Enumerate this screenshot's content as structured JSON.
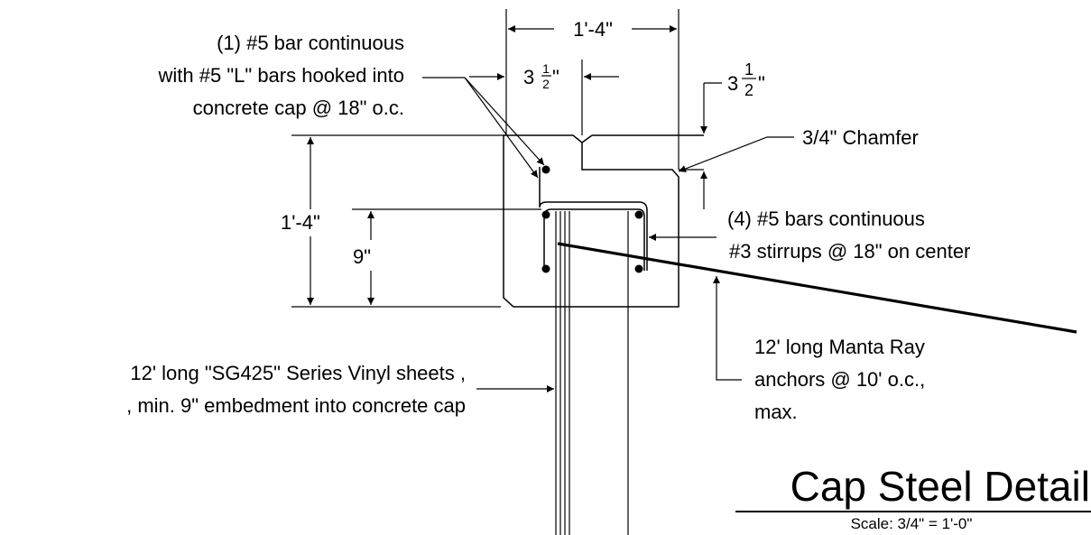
{
  "labels": {
    "bar_note": [
      "(1) #5 bar continuous",
      "with #5 \"L\" bars hooked into",
      "concrete cap @ 18\" o.c."
    ],
    "top_dim": "1'-4\"",
    "left_dim": "1'-4\"",
    "embed_dim": "9\"",
    "offset_dim_whole": "3",
    "offset_dim_num": "1",
    "offset_dim_den": "2",
    "offset_dim_inch": "\"",
    "chamfer_offset_whole": "3",
    "chamfer_offset_num": "1",
    "chamfer_offset_den": "2",
    "chamfer_offset_inch": "\"",
    "chamfer": "3/4\" Chamfer",
    "stirrup_note": [
      "(4) #5 bars continuous",
      "#3 stirrups @ 18\" on center"
    ],
    "sheet_note": [
      "12' long \"SG425\" Series Vinyl sheets ,",
      ", min. 9\" embedment into concrete cap"
    ],
    "anchor_note": [
      "12' long Manta Ray",
      "anchors @ 10' o.c.,",
      "max."
    ],
    "title": "Cap Steel Detail",
    "scale": "Scale:  3/4\" = 1'-0\""
  },
  "colors": {
    "line": "#000000",
    "background": "#ffffff"
  }
}
